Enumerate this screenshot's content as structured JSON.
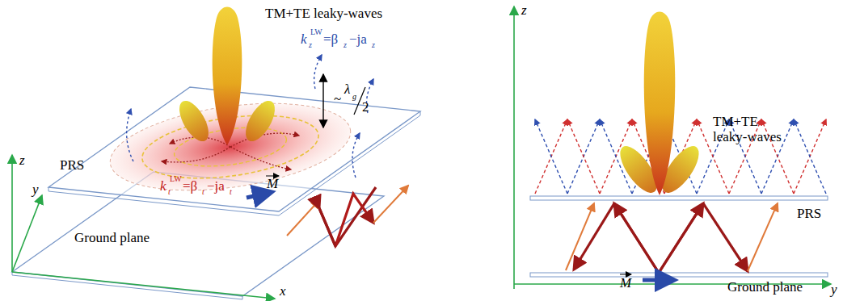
{
  "diagram": {
    "labels": [
      "TM+TE leaky-waves",
      "k",
      "LW",
      "z",
      "=β",
      "z",
      "−ja",
      "z",
      "PRS",
      "k",
      "LW",
      "t",
      "=β",
      "t",
      "−ja",
      "t",
      "~",
      "λ",
      "g",
      "2",
      "M",
      "Ground plane",
      "z",
      "y",
      "x",
      "z",
      "TM+TE leaky-waves",
      "PRS",
      "y",
      "M",
      "Ground plane"
    ]
  }
}
